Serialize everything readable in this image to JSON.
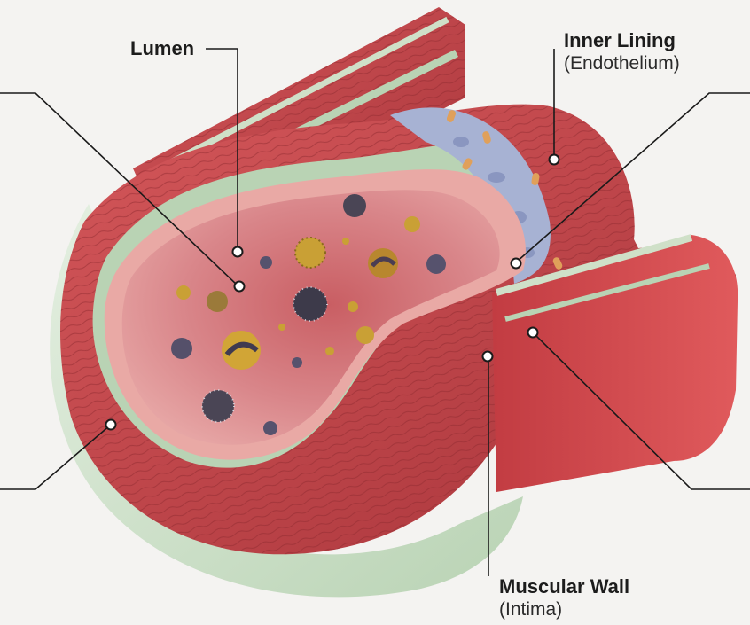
{
  "labels": {
    "lumen": {
      "title": "Lumen"
    },
    "inner_lining": {
      "title": "Inner Lining",
      "subtitle": "(Endothelium)"
    },
    "muscular_wall": {
      "title": "Muscular Wall",
      "subtitle": "(Intima)"
    }
  },
  "colors": {
    "background": "#f4f3f1",
    "muscle": "#c9464a",
    "muscle_dark": "#a8343a",
    "lumen_interior": "#d9868a",
    "endothelium_green": "#b9d3b4",
    "endothelium_blue": "#a7b2d3",
    "adventitia_green": "#cfe1cb",
    "leader_line": "#1a1a1a"
  }
}
